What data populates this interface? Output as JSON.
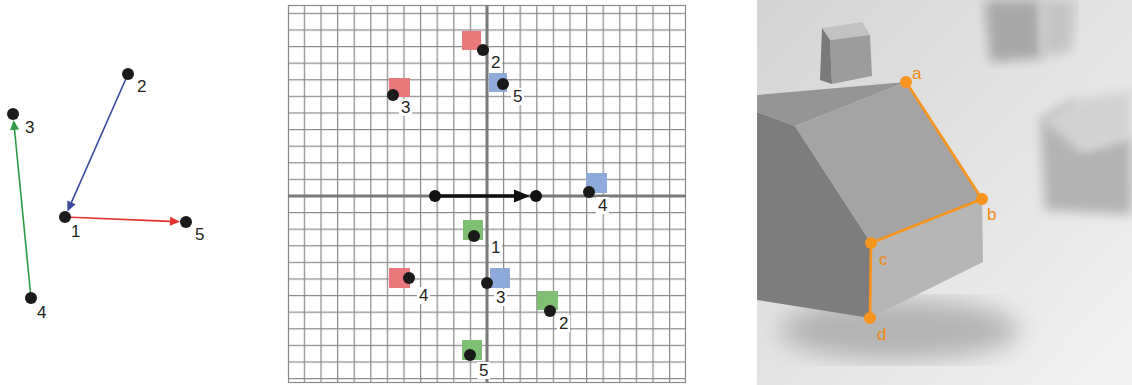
{
  "diagram": {
    "nodes": [
      {
        "text": [
          "1"
        ]
      },
      {
        "text": [
          "2"
        ]
      },
      {
        "text": [
          "3"
        ]
      },
      {
        "text": [
          "4"
        ]
      },
      {
        "text": [
          "5"
        ]
      },
      {
        "text": [
          "a"
        ]
      },
      {
        "text": [
          "b"
        ]
      },
      {
        "text": [
          "c"
        ]
      },
      {
        "text": [
          "d"
        ]
      }
    ],
    "edges": [
      {
        "from": 1,
        "to": 0,
        "arrow": "to"
      },
      {
        "from": 3,
        "to": 2,
        "arrow": "to"
      },
      {
        "from": 0,
        "to": 4,
        "arrow": "to"
      },
      {
        "from": 5,
        "to": 6,
        "arrow": "none"
      },
      {
        "from": 6,
        "to": 7,
        "arrow": "none"
      },
      {
        "from": 7,
        "to": 8,
        "arrow": "none"
      }
    ],
    "labels": [
      "2",
      "5",
      "3",
      "4",
      "1",
      "4",
      "3",
      "2",
      "5"
    ]
  }
}
